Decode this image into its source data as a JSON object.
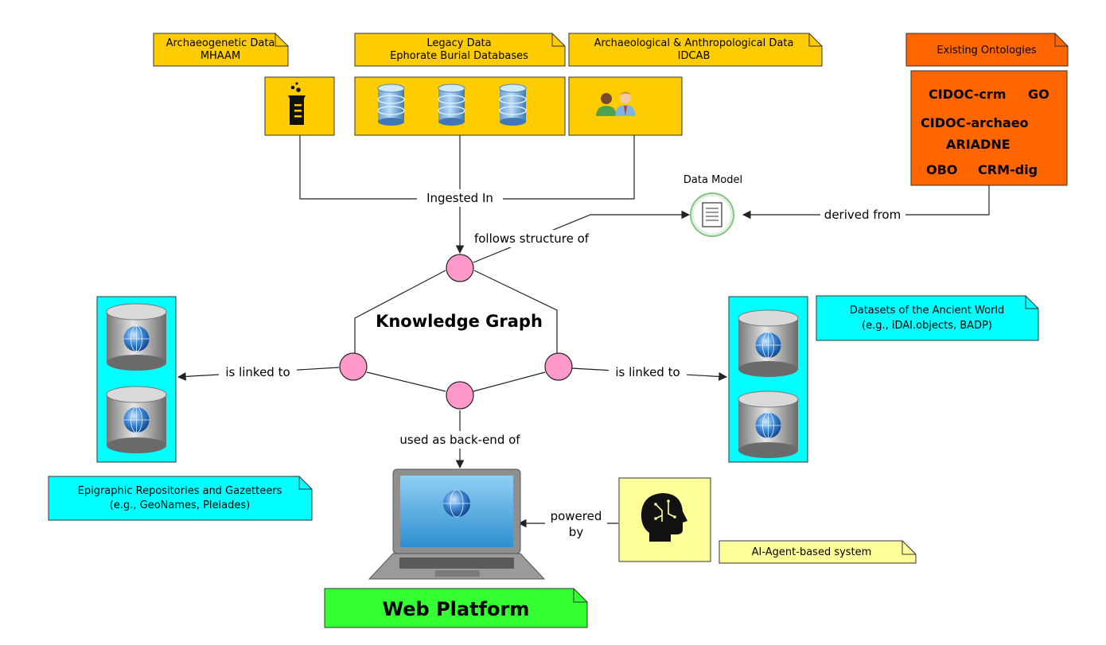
{
  "sources": {
    "archaeogenetic": {
      "line1": "Archaeogenetic Data",
      "line2": "MHAAM",
      "icon": "beaker-icon"
    },
    "legacy": {
      "line1": "Legacy Data",
      "line2": "Ephorate Burial Databases",
      "icon": "database-icon"
    },
    "anthropological": {
      "line1": "Archaeological & Anthropological Data",
      "line2": "IDCAB",
      "icon": "people-icon"
    }
  },
  "ontologies": {
    "title": "Existing Ontologies",
    "items": [
      "CIDOC-crm",
      "GO",
      "CIDOC-archaeo",
      "ARIADNE",
      "OBO",
      "CRM-dig"
    ]
  },
  "data_model": {
    "label": "Data Model",
    "icon": "document-icon"
  },
  "knowledge_graph": {
    "title": "Knowledge Graph"
  },
  "edges": {
    "ingested_in": "Ingested In",
    "follows_structure_of": "follows structure of",
    "derived_from": "derived from",
    "is_linked_to_left": "is linked to",
    "is_linked_to_right": "is linked to",
    "used_as_backend_of": "used as back-end of",
    "powered_line1": "powered",
    "powered_line2": "by"
  },
  "left_repo": {
    "line1": "Epigraphic Repositories and Gazetteers",
    "line2": "(e.g., GeoNames, Pleiades)",
    "icon": "globe-database-icon"
  },
  "right_repo": {
    "line1": "Datasets of the Ancient World",
    "line2": "(e.g., iDAI.objects, BADP)",
    "icon": "globe-database-icon"
  },
  "ai_agent": {
    "label": "AI-Agent-based system",
    "icon": "ai-head-icon"
  },
  "web_platform": {
    "title": "Web Platform",
    "icon": "laptop-icon"
  },
  "colors": {
    "source_note": "#FFCC00",
    "ontology": "#FF6600",
    "repository": "#00FFFF",
    "kg_node": "#FF99CC",
    "ai_note": "#FFFF99",
    "web_platform": "#33FF33"
  }
}
